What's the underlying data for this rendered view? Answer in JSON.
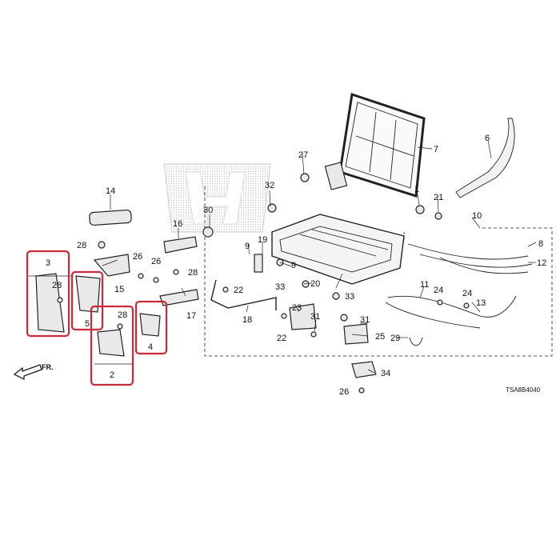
{
  "diagram": {
    "callouts": [
      "1",
      "2",
      "3",
      "4",
      "5",
      "6",
      "7",
      "8",
      "9",
      "10",
      "11",
      "12",
      "13",
      "14",
      "15",
      "16",
      "17",
      "18",
      "19",
      "20",
      "21",
      "22",
      "23",
      "24",
      "25",
      "26",
      "27",
      "28",
      "29",
      "30",
      "31",
      "32",
      "33",
      "34"
    ],
    "direction_label": "FR.",
    "diagram_code": "TSA8B4040",
    "highlight_color": "#cc2a3a",
    "watermark": "HONDA"
  }
}
